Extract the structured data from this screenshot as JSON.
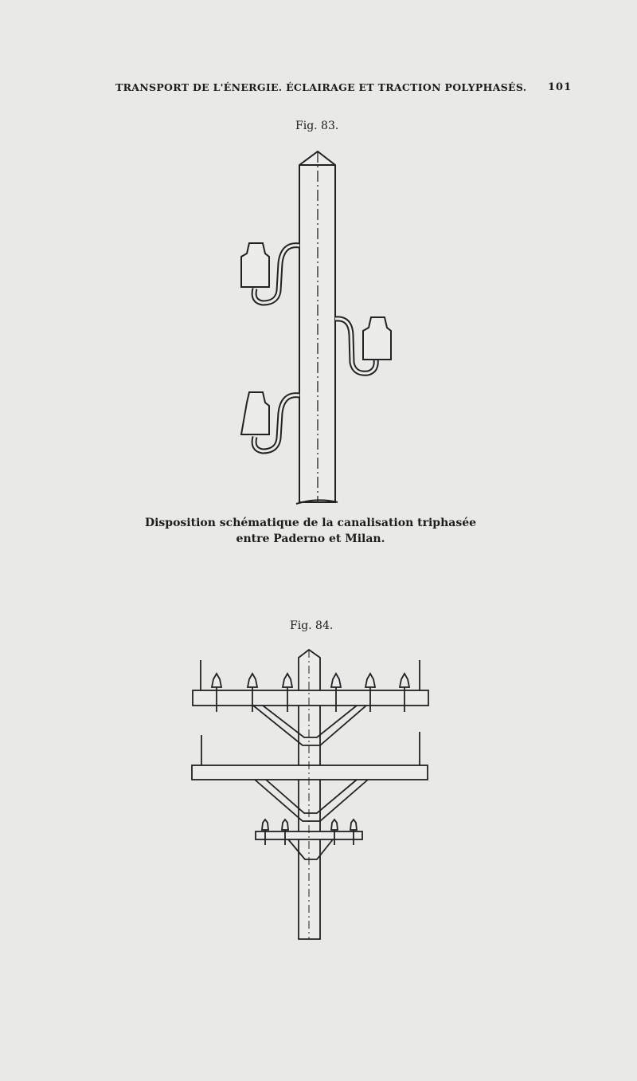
{
  "header": {
    "running_title": "TRANSPORT DE L'ÉNERGIE. ÉCLAIRAGE ET TRACTION POLYPHASÉS.",
    "page_number": "101"
  },
  "figures": [
    {
      "label": "Fig. 83.",
      "caption_line1": "Disposition schématique de la canalisation triphasée",
      "caption_line2": "entre Paderno et Milan."
    },
    {
      "label": "Fig. 84."
    }
  ]
}
